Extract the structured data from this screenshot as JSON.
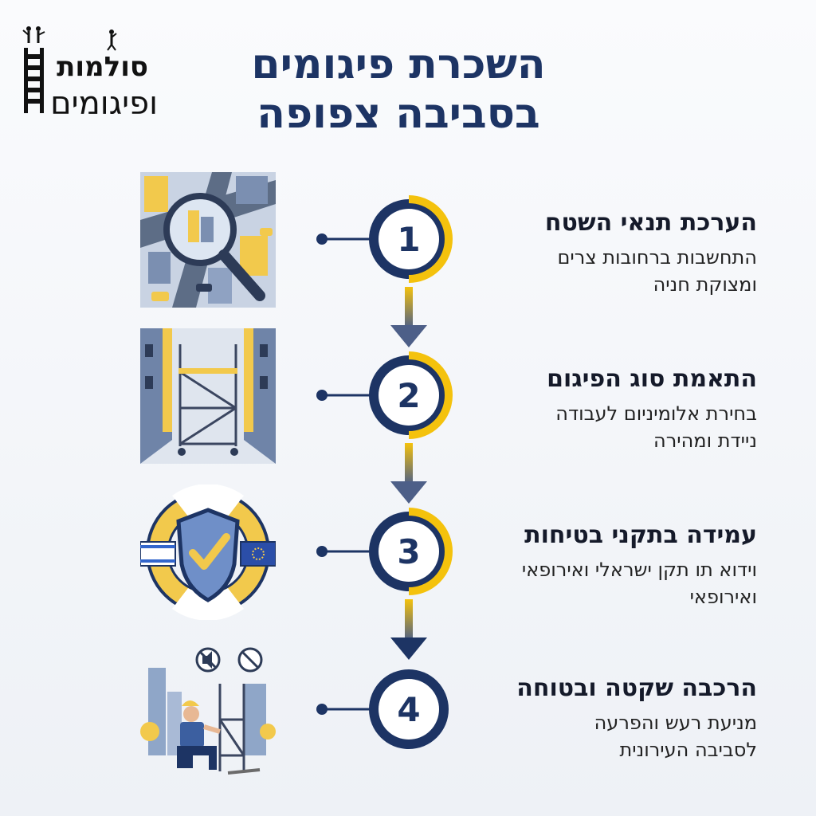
{
  "logo": {
    "line1": "סולמות",
    "line2": "ופיגומים"
  },
  "title": {
    "line1": "השכרת פיגומים",
    "line2": "בסביבה צפופה"
  },
  "colors": {
    "navy": "#1d3464",
    "yellow": "#f4c20d",
    "light_blue": "#8fa6c8"
  },
  "steps": [
    {
      "number": "1",
      "title": "הערכת תנאי השטח",
      "desc_line1": "התחשבות ברחובות צרים",
      "desc_line2": "ומצוקת חניה",
      "icon": "magnifier-city-icon"
    },
    {
      "number": "2",
      "title": "התאמת סוג הפיגום",
      "desc_line1": "בחירת אלומיניום לעבודה",
      "desc_line2": "ניידת ומהירה",
      "icon": "mobile-scaffold-icon"
    },
    {
      "number": "3",
      "title": "עמידה בתקני בטיחות",
      "desc_line1": "וידוא תו תקן ישראלי ואירופאי",
      "desc_line2": "ואירופאי",
      "icon": "safety-shield-icon"
    },
    {
      "number": "4",
      "title": "הרכבה שקטה ובטוחה",
      "desc_line1": "מניעת רעש והפרעה",
      "desc_line2": "לסביבה העירונית",
      "icon": "quiet-worker-icon"
    }
  ]
}
